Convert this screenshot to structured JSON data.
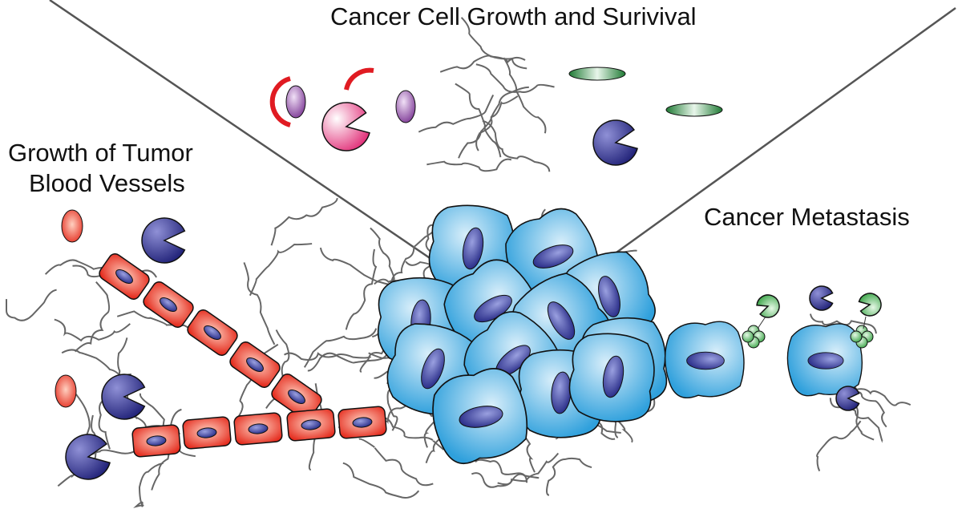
{
  "labels": {
    "top": "Cancer Cell Growth and Surivival",
    "left_line1": "Growth of Tumor",
    "left_line2": "Blood Vessels",
    "right": "Cancer Metastasis"
  },
  "colors": {
    "tumor_cell": "#3aa6dd",
    "nucleus": "#2b2f8f",
    "vessel_cell": "#e8301e",
    "pacman_blue": "#2e2f8a",
    "pacman_pink": "#e64f8a",
    "oval_purple": "#8a4ea0",
    "oval_green": "#2e8a3e",
    "fiber": "#666666",
    "red_arc": "#e01b22"
  }
}
